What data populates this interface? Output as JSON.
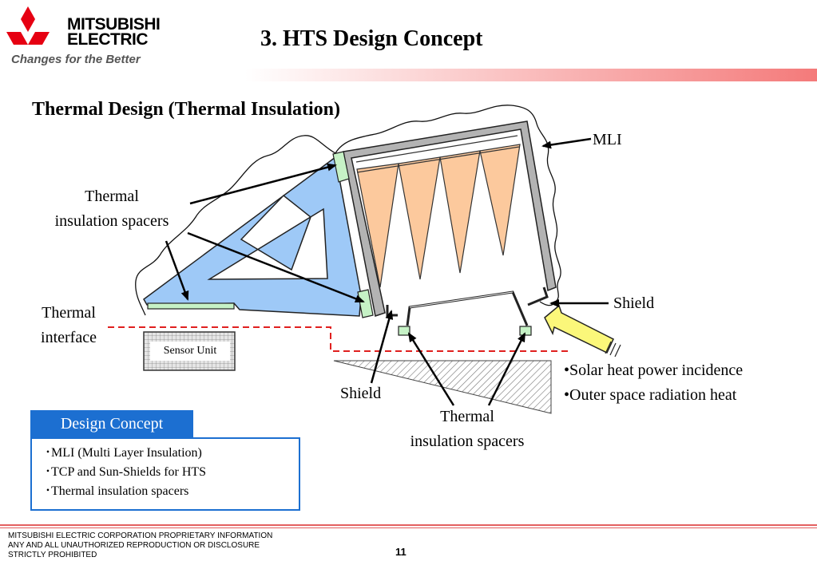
{
  "header": {
    "brand_line1": "MITSUBISHI",
    "brand_line2": "ELECTRIC",
    "slogan": "Changes for the Better",
    "title": "3. HTS Design Concept"
  },
  "section_title": "Thermal Design (Thermal Insulation)",
  "diagram": {
    "labels": {
      "mli": "MLI",
      "spacers_upper": [
        "Thermal",
        "insulation spacers"
      ],
      "thermal_interface": [
        "Thermal",
        "interface"
      ],
      "sensor_unit": "Sensor Unit",
      "shield_right": "Shield",
      "shield_bottom": "Shield",
      "spacers_lower": [
        "Thermal",
        "insulation spacers"
      ],
      "heat_sources": [
        "•Solar heat power incidence",
        "•Outer space radiation heat"
      ]
    },
    "colors": {
      "structure": "#9ec9f7",
      "radiator": "#fcc99d",
      "spacer": "#c6f2c6",
      "frame": "#b3b3b3",
      "arrow": "#fbf77a",
      "interface_line": "#e0201f"
    }
  },
  "design_concept": {
    "heading": "Design Concept",
    "items": [
      "･MLI (Multi Layer Insulation)",
      "･TCP and Sun-Shields for HTS",
      "･Thermal insulation spacers"
    ]
  },
  "footer": {
    "notice": [
      "MITSUBISHI ELECTRIC CORPORATION  PROPRIETARY INFORMATION",
      "ANY AND ALL UNAUTHORIZED  REPRODUCTION OR DISCLOSURE",
      "STRICTLY PROHIBITED"
    ],
    "page_number": "11"
  }
}
